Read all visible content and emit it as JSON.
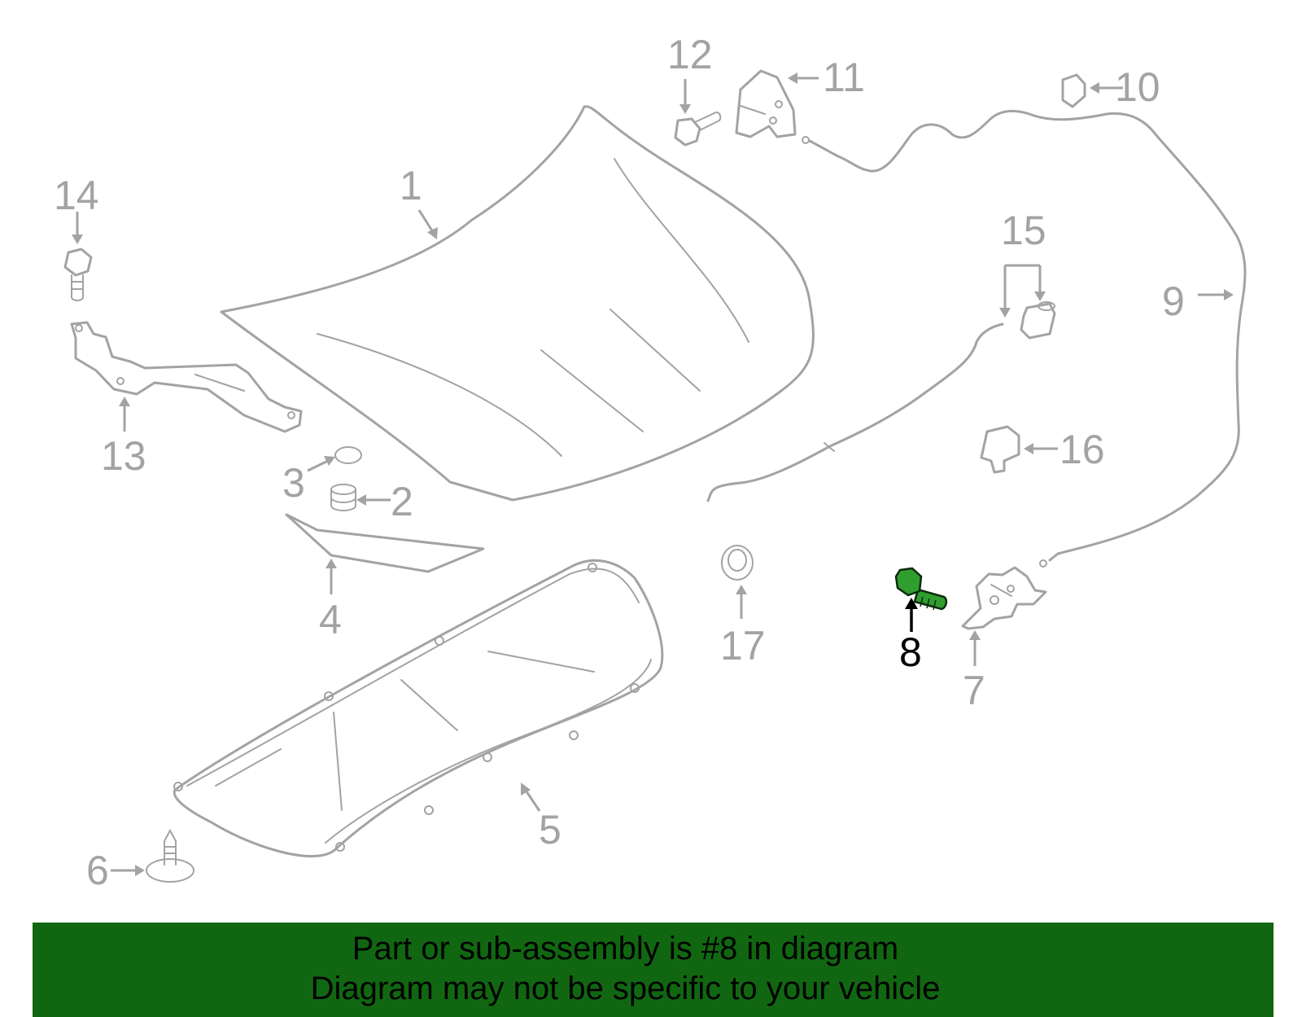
{
  "callouts": {
    "c1": "1",
    "c2": "2",
    "c3": "3",
    "c4": "4",
    "c5": "5",
    "c6": "6",
    "c7": "7",
    "c8": "8",
    "c9": "9",
    "c10": "10",
    "c11": "11",
    "c12": "12",
    "c13": "13",
    "c14": "14",
    "c15": "15",
    "c16": "16",
    "c17": "17"
  },
  "highlighted_part": "8",
  "colors": {
    "line_art": "#a3a3a3",
    "highlight": "#2f9e2f",
    "banner": "#116711"
  },
  "banner": {
    "line1": "Part or sub-assembly is #8 in diagram",
    "line2": "Diagram may not be specific to your vehicle"
  }
}
